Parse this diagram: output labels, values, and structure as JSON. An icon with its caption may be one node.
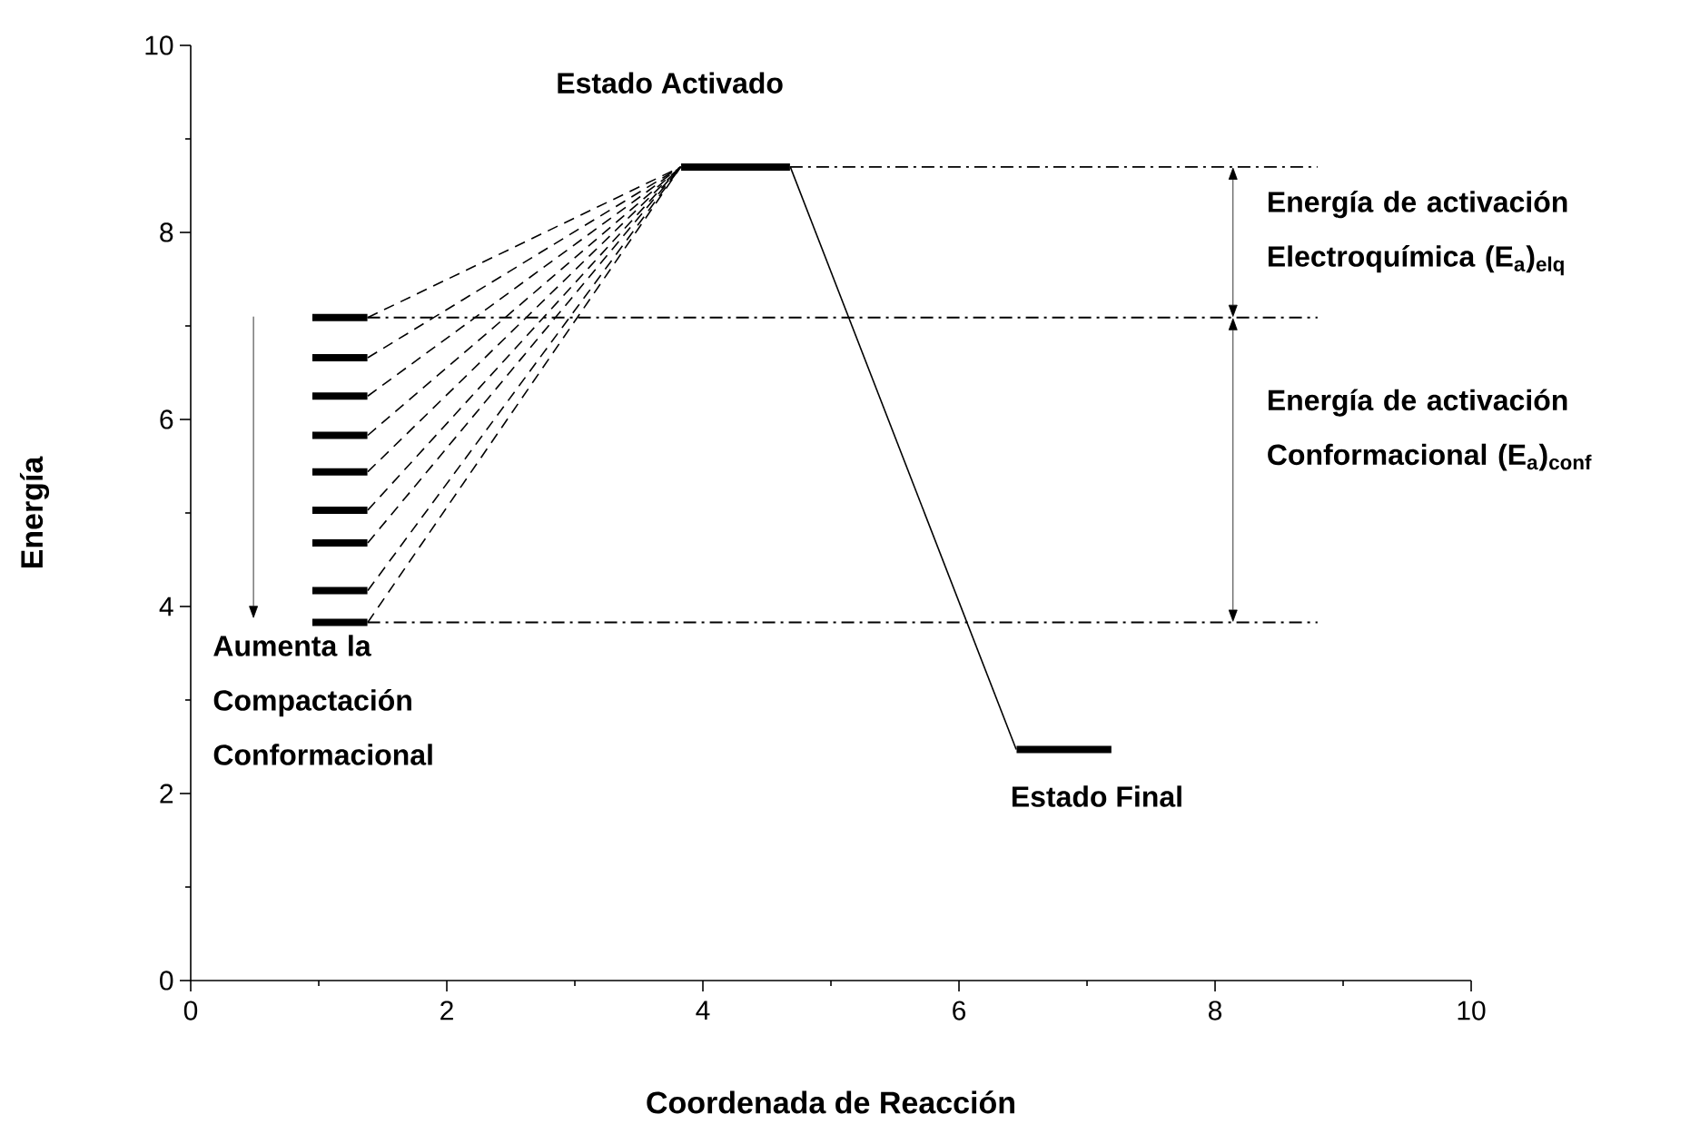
{
  "diagram": {
    "nodes": [
      {
        "text": [
          "Estado Activado"
        ]
      },
      {
        "text": [],
        "shape": "bar"
      },
      {
        "text": [],
        "shape": "bar"
      },
      {
        "text": [],
        "shape": "bar"
      },
      {
        "text": [],
        "shape": "bar"
      },
      {
        "text": [],
        "shape": "bar"
      },
      {
        "text": [],
        "shape": "bar"
      },
      {
        "text": [],
        "shape": "bar"
      },
      {
        "text": [],
        "shape": "bar"
      },
      {
        "text": [],
        "shape": "bar"
      },
      {
        "text": [
          "Estado Final"
        ]
      }
    ],
    "edges": [
      {
        "from": 1,
        "to": 0,
        "arrow": "none",
        "style": "dashed"
      },
      {
        "from": 2,
        "to": 0,
        "arrow": "none",
        "style": "dashed"
      },
      {
        "from": 3,
        "to": 0,
        "arrow": "none",
        "style": "dashed"
      },
      {
        "from": 4,
        "to": 0,
        "arrow": "none",
        "style": "dashed"
      },
      {
        "from": 5,
        "to": 0,
        "arrow": "none",
        "style": "dashed"
      },
      {
        "from": 6,
        "to": 0,
        "arrow": "none",
        "style": "dashed"
      },
      {
        "from": 7,
        "to": 0,
        "arrow": "none",
        "style": "dashed"
      },
      {
        "from": 8,
        "to": 0,
        "arrow": "none",
        "style": "dashed"
      },
      {
        "from": 9,
        "to": 0,
        "arrow": "none",
        "style": "dashed"
      },
      {
        "from": 0,
        "to": 10,
        "arrow": "none"
      }
    ],
    "labels": [
      "10",
      "8",
      "6",
      "4",
      "2",
      "0",
      "Energía de activación Electroquímica (E$_{a}$)$_{elq}$",
      "Energía de activación Conformacional (E$_{a}$)$_{conf}$",
      "Aumenta la Compactación Conformacional",
      "Energía",
      "0",
      "2",
      "4",
      "6",
      "8",
      "10",
      "Coordenada de Reacción"
    ]
  }
}
